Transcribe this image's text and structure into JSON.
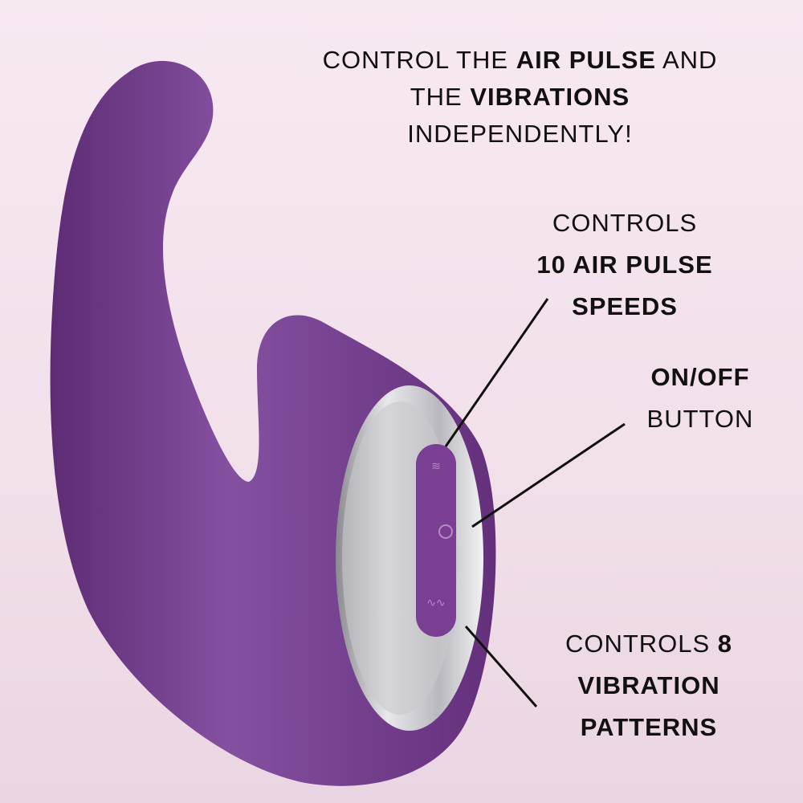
{
  "headline": {
    "line1": {
      "a": "CONTROL THE ",
      "b": "AIR PULSE",
      "c": " AND"
    },
    "line2": {
      "a": "THE ",
      "b": "VIBRATIONS"
    },
    "line3": "INDEPENDENTLY!"
  },
  "callouts": {
    "air_pulse": {
      "line1": "CONTROLS",
      "line2": "10 AIR PULSE",
      "line3": "SPEEDS"
    },
    "power": {
      "line1": "ON/OFF",
      "line2": "BUTTON"
    },
    "vibration": {
      "line1a": "CONTROLS ",
      "line1b": "8",
      "line2": "VIBRATION",
      "line3": "PATTERNS"
    }
  },
  "colors": {
    "product": "#7a3f93",
    "chrome": "#c8c8cc",
    "background": "#f4e4ee"
  }
}
